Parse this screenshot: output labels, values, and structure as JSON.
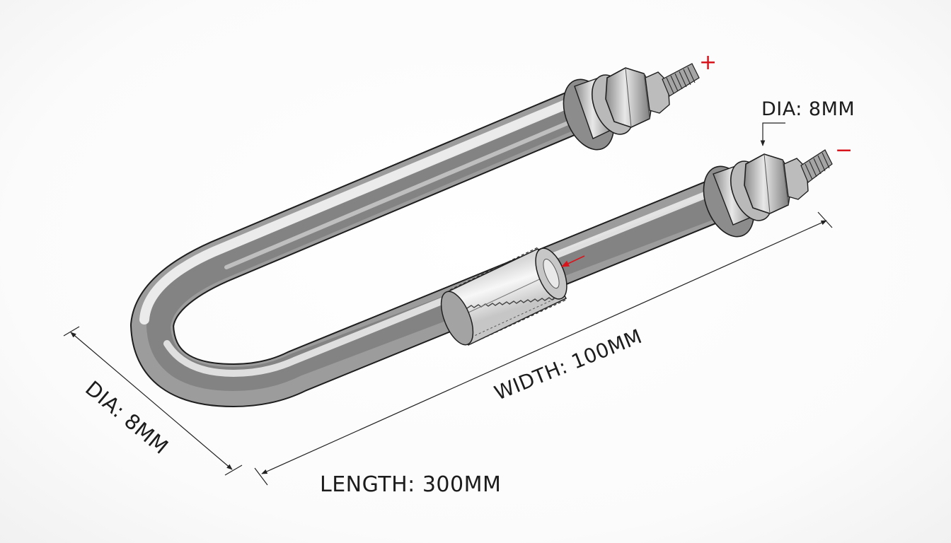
{
  "dimensions": {
    "top_dia": "DIA: 8MM",
    "left_dia": "DIA: 8MM",
    "width": "WIDTH: 100MM",
    "length": "LENGTH: 300MM"
  },
  "terminals": {
    "positive": "+",
    "negative": "−"
  },
  "colors": {
    "polarity": "#d8141c",
    "metal_dark": "#5f5f5f",
    "metal_light": "#f2f2f2",
    "outline": "#1e1e1e"
  }
}
